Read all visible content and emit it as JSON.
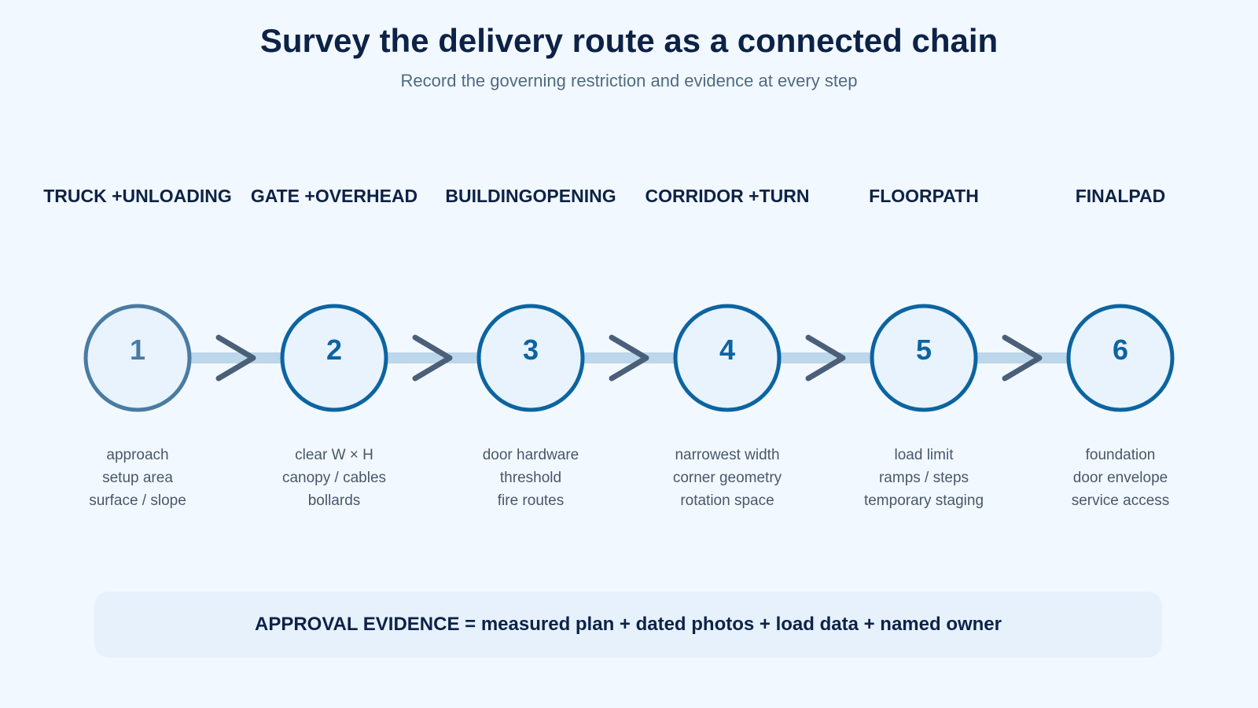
{
  "header": {
    "title": "Survey the delivery route as a connected chain",
    "subtitle": "Record the governing restriction and evidence at every step"
  },
  "stages": [
    {
      "number": "1",
      "label": "TRUCK +UNLOADING",
      "details": [
        "approach",
        "setup area",
        "surface / slope"
      ]
    },
    {
      "number": "2",
      "label": "GATE +OVERHEAD",
      "details": [
        "clear W × H",
        "canopy / cables",
        "bollards"
      ]
    },
    {
      "number": "3",
      "label": "BUILDINGOPENING",
      "details": [
        "door hardware",
        "threshold",
        "fire routes"
      ]
    },
    {
      "number": "4",
      "label": "CORRIDOR +TURN",
      "details": [
        "narrowest width",
        "corner geometry",
        "rotation space"
      ]
    },
    {
      "number": "5",
      "label": "FLOORPATH",
      "details": [
        "load limit",
        "ramps / steps",
        "temporary staging"
      ]
    },
    {
      "number": "6",
      "label": "FINALPAD",
      "details": [
        "foundation",
        "door envelope",
        "service access"
      ]
    }
  ],
  "footer": {
    "text": "APPROVAL EVIDENCE = measured plan + dated photos + load data + named owner"
  },
  "colors": {
    "background": "#f2f8ff",
    "circle_fill": "#e8f3fd",
    "circle_stroke": "#0c64a0",
    "first_circle_stroke": "#4a7ba2",
    "connector": "#bcd6ea",
    "arrow": "#4a5f78",
    "title": "#0d2247"
  },
  "icons": {
    "connector_arrow": "chevron-right-icon"
  }
}
